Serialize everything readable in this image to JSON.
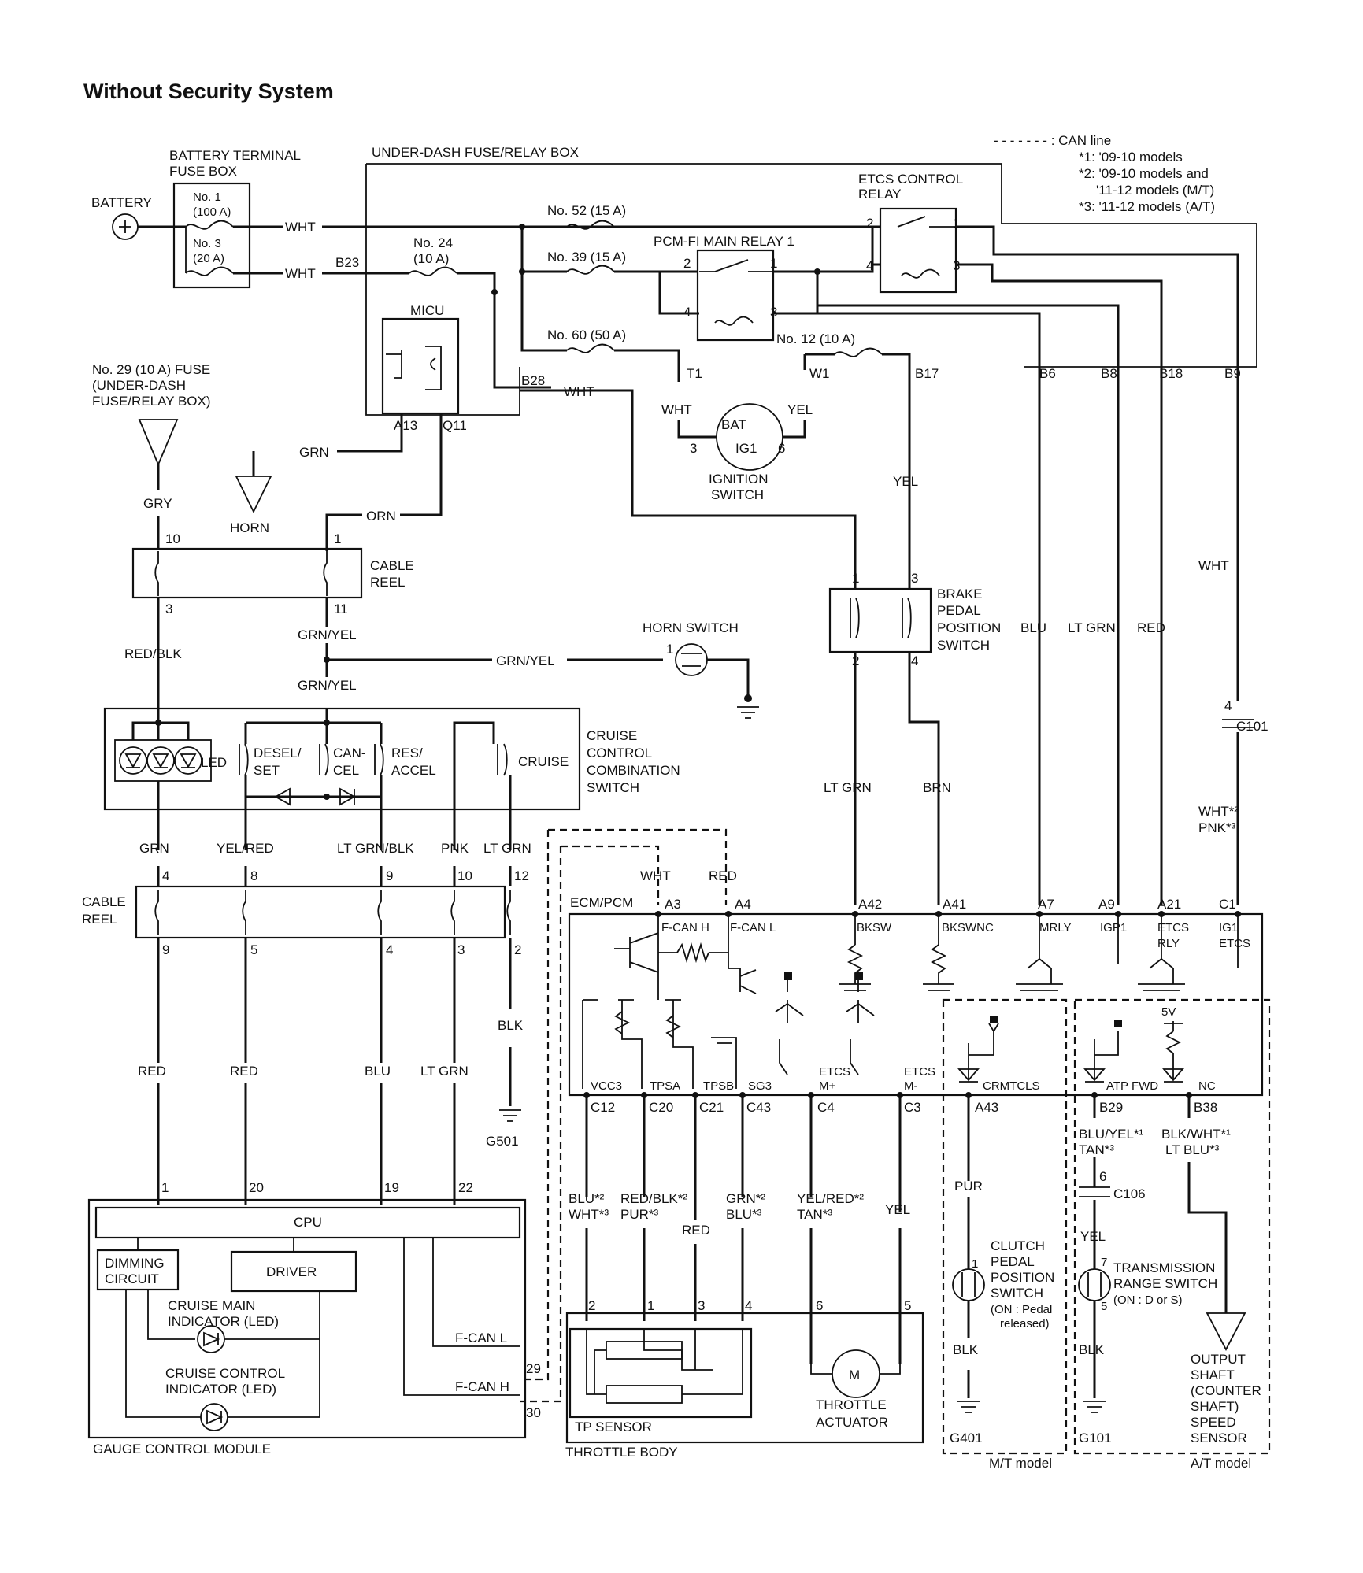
{
  "title": "Without Security System",
  "legend": {
    "can_line": "- - - - - - - : CAN line",
    "n1": "*1: '09-10 models",
    "n2a": "*2: '09-10 models and",
    "n2b": "'11-12 models (M/T)",
    "n3": "*3: '11-12 models (A/T)"
  },
  "power": {
    "battery": "BATTERY",
    "btfb_1": "BATTERY TERMINAL",
    "btfb_2": "FUSE BOX",
    "fuse1_a": "No. 1",
    "fuse1_b": "(100 A)",
    "fuse3_a": "No. 3",
    "fuse3_b": "(20 A)",
    "wht": "WHT",
    "b23": "B23",
    "udfr": "UNDER-DASH FUSE/RELAY BOX",
    "fuse24_a": "No. 24",
    "fuse24_b": "(10 A)",
    "fuse52": "No. 52 (15 A)",
    "fuse39": "No. 39 (15 A)",
    "fuse60": "No. 60 (50 A)",
    "fuse12": "No. 12 (10 A)",
    "pcm_relay": "PCM-FI MAIN RELAY 1",
    "etcs_relay_1": "ETCS CONTROL",
    "etcs_relay_2": "RELAY",
    "micu": "MICU",
    "b28": "B28",
    "a13": "A13",
    "q11": "Q11",
    "t1": "T1",
    "w1": "W1",
    "b17": "B17",
    "b6": "B6",
    "b8": "B8",
    "b18": "B18",
    "b9": "B9",
    "p2": "2",
    "p1": "1",
    "p4": "4",
    "p3": "3",
    "p6": "6",
    "ign_bat": "BAT",
    "ign_ig1": "IG1",
    "ign_1": "IGNITION",
    "ign_2": "SWITCH",
    "yel": "YEL",
    "grn": "GRN",
    "orn": "ORN",
    "horn": "HORN",
    "fuse29_1": "No. 29 (10 A) FUSE",
    "fuse29_2": "(UNDER-DASH",
    "fuse29_3": "FUSE/RELAY BOX)",
    "gry": "GRY"
  },
  "switches": {
    "cable_reel": "CABLE",
    "reel": "REEL",
    "p10": "10",
    "p11": "11",
    "red_blk": "RED/BLK",
    "grn_yel": "GRN/YEL",
    "horn_switch": "HORN SWITCH",
    "led": "LED",
    "desel": "DESEL/",
    "set": "SET",
    "can": "CAN-",
    "cel": "CEL",
    "res": "RES/",
    "accel": "ACCEL",
    "cruise": "CRUISE",
    "ccs_1": "CRUISE",
    "ccs_2": "CONTROL",
    "ccs_3": "COMBINATION",
    "ccs_4": "SWITCH",
    "yel_red": "YEL/RED",
    "ltgrn_blk": "LT GRN/BLK",
    "pnk": "PNK",
    "lt_grn": "LT GRN",
    "p8": "8",
    "p9": "9",
    "p12": "12",
    "p5": "5",
    "red": "RED",
    "blu": "BLU",
    "blk": "BLK",
    "g501": "G501",
    "brake_1": "BRAKE",
    "brake_2": "PEDAL",
    "brake_3": "POSITION",
    "brake_4": "SWITCH",
    "brn": "BRN",
    "wht": "WHT",
    "c101": "C101",
    "wht2": "WHT*²",
    "pnk3": "PNK*³"
  },
  "ecm": {
    "ecm_pcm": "ECM/PCM",
    "a3": "A3",
    "a4": "A4",
    "a42": "A42",
    "a41": "A41",
    "a7": "A7",
    "a9": "A9",
    "a21": "A21",
    "c1": "C1",
    "fcanh": "F-CAN H",
    "fcanl": "F-CAN L",
    "bksw": "BKSW",
    "bkswnc": "BKSWNC",
    "mrly": "MRLY",
    "igp1": "IGP1",
    "etcs": "ETCS",
    "rly": "RLY",
    "ig1": "IG1",
    "vcc3": "VCC3",
    "tpsa": "TPSA",
    "tpsb": "TPSB",
    "sg3": "SG3",
    "etcs_mp": "M+",
    "etcs_mm": "M-",
    "c12": "C12",
    "c20": "C20",
    "c21": "C21",
    "c43": "C43",
    "c4": "C4",
    "c3": "C3",
    "crmtcls": "CRMTCLS",
    "a43": "A43",
    "atp_fwd": "ATP FWD",
    "nc": "NC",
    "b29": "B29",
    "b38": "B38",
    "v5": "5V",
    "red": "RED",
    "wht": "WHT"
  },
  "lower": {
    "p1": "1",
    "p20": "20",
    "p19": "19",
    "p22": "22",
    "cpu": "CPU",
    "dimming": "DIMMING",
    "circuit": "CIRCUIT",
    "driver": "DRIVER",
    "cmi_1": "CRUISE MAIN",
    "cmi_2": "INDICATOR (LED)",
    "cci_1": "CRUISE CONTROL",
    "cci_2": "INDICATOR (LED)",
    "fcanl": "F-CAN L",
    "fcanh": "F-CAN H",
    "p29": "29",
    "p30": "30",
    "gcm": "GAUGE CONTROL MODULE",
    "blu2": "BLU*²",
    "wht3": "WHT*³",
    "redblk2": "RED/BLK*²",
    "pur3": "PUR*³",
    "red": "RED",
    "grn2": "GRN*²",
    "blu3": "BLU*³",
    "yelred2": "YEL/RED*²",
    "tan3": "TAN*³",
    "yel": "YEL",
    "tb2": "2",
    "tb1": "1",
    "tb3": "3",
    "tb4": "4",
    "tb6": "6",
    "tb5": "5",
    "m": "M",
    "tp_sensor": "TP SENSOR",
    "thr_1": "THROTTLE",
    "thr_2": "ACTUATOR",
    "throttle_body": "THROTTLE BODY",
    "pur": "PUR",
    "clutch_1": "CLUTCH",
    "clutch_2": "PEDAL",
    "clutch_3": "POSITION",
    "clutch_4": "SWITCH",
    "clutch_5": "(ON : Pedal",
    "clutch_6": "released)",
    "blk": "BLK",
    "g401": "G401",
    "mt_model": "M/T model",
    "bluyel1": "BLU/YEL*¹",
    "blkwht1": "BLK/WHT*¹",
    "ltblu3": "LT BLU*³",
    "c106": "C106",
    "trs_1": "TRANSMISSION",
    "trs_2": "RANGE SWITCH",
    "trs_3": "(ON : D or S)",
    "p7": "7",
    "p5": "5",
    "p6": "6",
    "g101": "G101",
    "oss_1": "OUTPUT",
    "oss_2": "SHAFT",
    "oss_3": "(COUNTER",
    "oss_4": "SHAFT)",
    "oss_5": "SPEED",
    "oss_6": "SENSOR",
    "at_model": "A/T model"
  }
}
